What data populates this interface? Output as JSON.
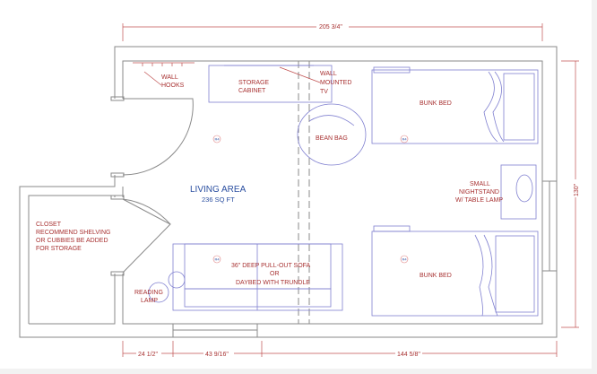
{
  "room": {
    "title": "LIVING AREA",
    "area": "236 SQ FT"
  },
  "labels": {
    "wall_hooks": [
      "WALL",
      "HOOKS"
    ],
    "storage_cabinet": [
      "STORAGE",
      "CABINET"
    ],
    "wall_tv": [
      "WALL",
      "MOUNTED",
      "TV"
    ],
    "bean_bag": "BEAN BAG",
    "bunk_bed_top": "BUNK BED",
    "bunk_bed_bottom": "BUNK BED",
    "nightstand": [
      "SMALL",
      "NIGHTSTAND",
      "W/ TABLE LAMP"
    ],
    "closet": [
      "CLOSET",
      "RECOMMEND SHELVING",
      "OR CUBBIES BE ADDED",
      "FOR STORAGE"
    ],
    "sofa": [
      "36\" DEEP PULL-OUT SOFA",
      "OR",
      "DAYBED WITH TRUNDLE"
    ],
    "reading_lamp": [
      "READING",
      "LAMP"
    ]
  },
  "tags": [
    "R4",
    "R4",
    "R4",
    "R4"
  ],
  "dimensions": {
    "top": "205 3/4\"",
    "right": "130\"",
    "bottom": [
      "24 1/2\"",
      "43 9/16\"",
      "144 5/8\""
    ]
  }
}
